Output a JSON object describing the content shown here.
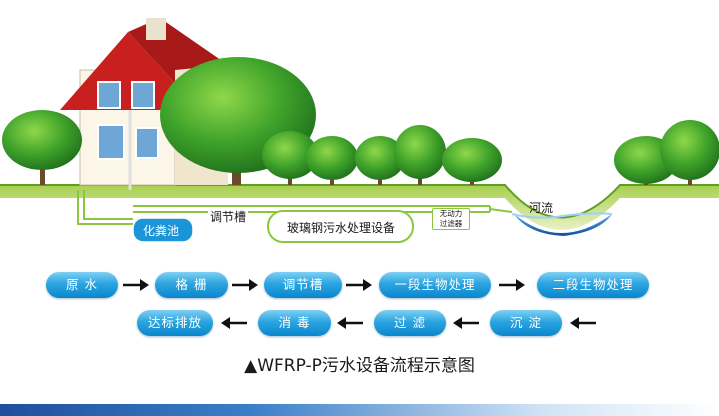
{
  "scene": {
    "septic_tank": "化粪池",
    "regulating_tank": "调节槽",
    "main_equipment": "玻璃钢污水处理设备",
    "filter_line1": "无动力",
    "filter_line2": "过滤器",
    "river": "河流"
  },
  "flow": {
    "row1": [
      "原 水",
      "格 栅",
      "调节槽",
      "一段生物处理",
      "二段生物处理"
    ],
    "row2": [
      "达标排放",
      "消 毒",
      "过 滤",
      "沉 淀"
    ]
  },
  "caption": "▲WFRP-P污水设备流程示意图",
  "colors": {
    "pipe": "#8cc63f",
    "ground": "#c9dd8a",
    "box_blue": "#1c95d8",
    "river": "#1f6fc0",
    "roof": "#c8201e"
  }
}
